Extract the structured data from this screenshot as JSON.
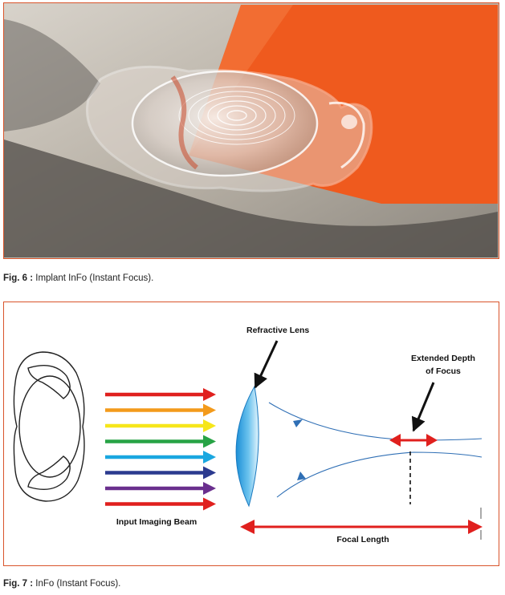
{
  "figure6": {
    "number": "Fig. 6 :",
    "caption": " Implant InFo (Instant Focus)."
  },
  "figure7": {
    "number": "Fig. 7 :",
    "caption": " InFo (Instant Focus).",
    "labels": {
      "refractive_lens": "Refractive Lens",
      "extended_depth_line1": "Extended Depth",
      "extended_depth_line2": "of Focus",
      "input_beam": "Input Imaging Beam",
      "focal_length": "Focal Length"
    },
    "beam_colors": [
      "#e0201e",
      "#f39a1b",
      "#f6e61a",
      "#27a345",
      "#1aa7e0",
      "#2b3a8f",
      "#6a2f8e",
      "#e0201e"
    ],
    "accent_color": "#d9542b",
    "ray_color": "#2f6fb5"
  }
}
